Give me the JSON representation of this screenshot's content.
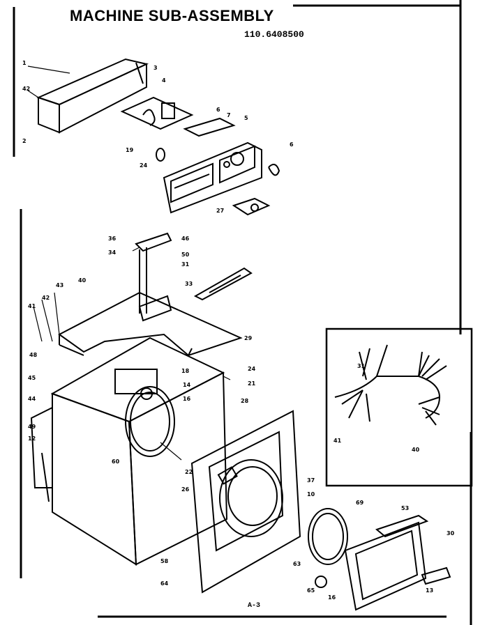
{
  "header": {
    "title": "MACHINE SUB-ASSEMBLY",
    "model": "110.6408500"
  },
  "footer": {
    "code": "A-3"
  }
}
